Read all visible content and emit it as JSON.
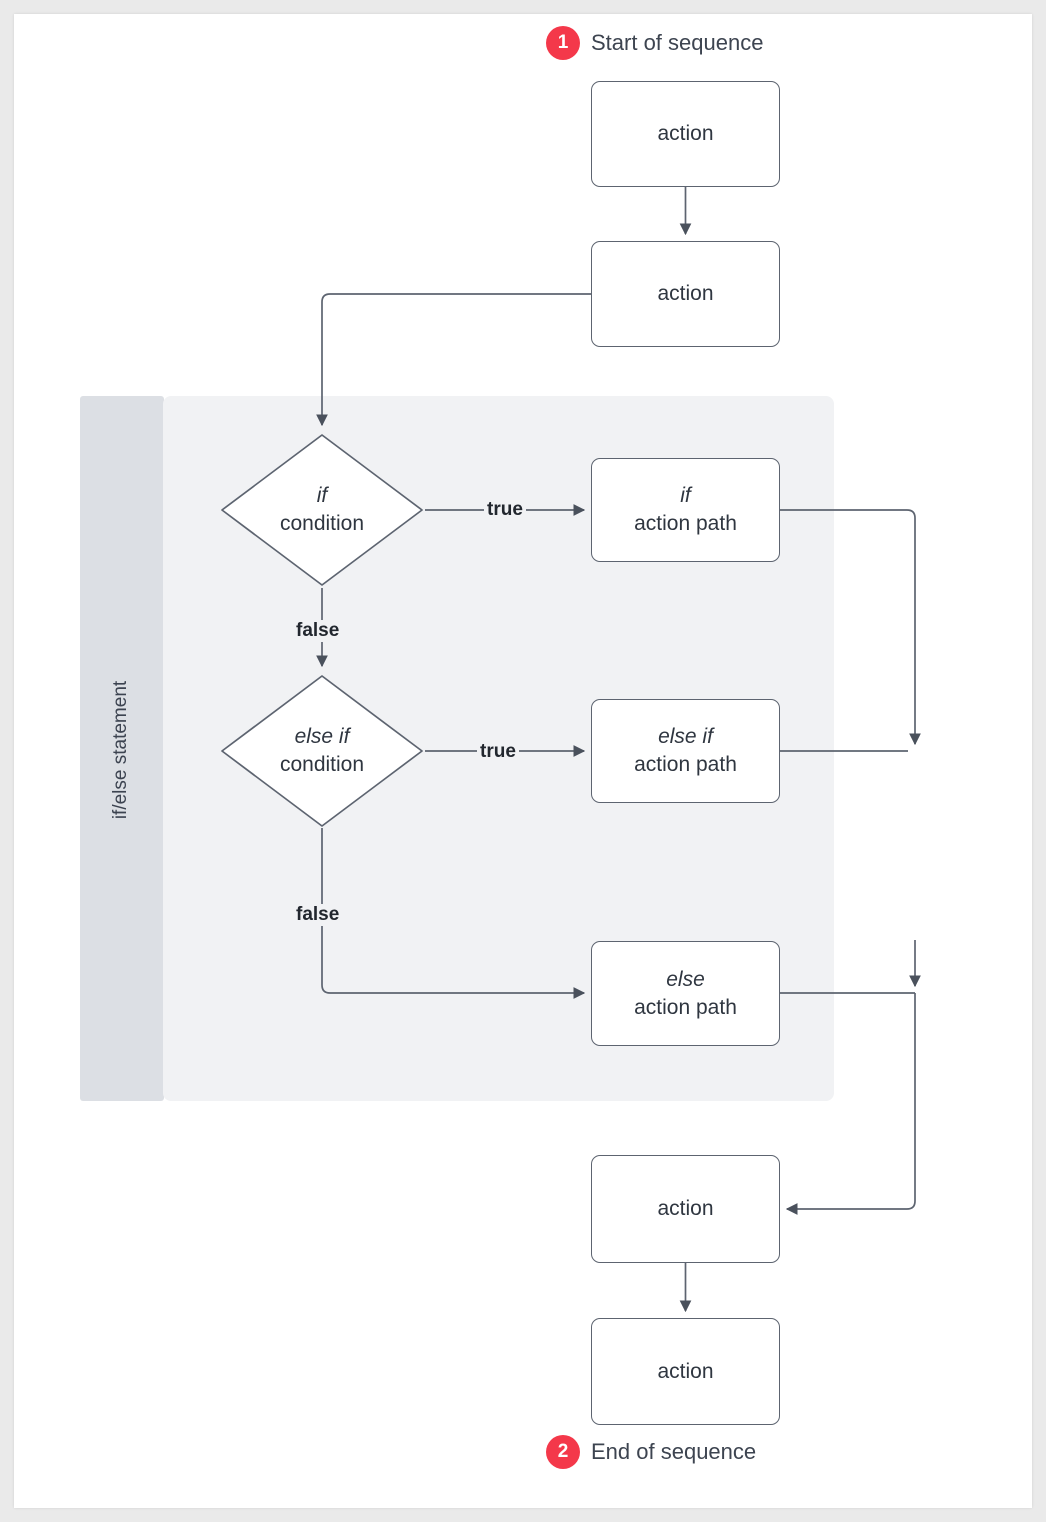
{
  "diagram": {
    "title_hidden": "",
    "colors": {
      "page_background": "#eaeaea",
      "card_background": "#ffffff",
      "group_panel": "#f1f2f4",
      "group_band": "#dcdfe4",
      "node_border": "#5d6470",
      "node_fill": "#ffffff",
      "edge_stroke": "#5d6470",
      "text": "#2f3640",
      "badge_red": "#f4384a",
      "badge_text": "#ffffff"
    },
    "group": {
      "label": "if/else statement"
    },
    "steps": [
      {
        "number": "1",
        "text": "Start of sequence"
      },
      {
        "number": "2",
        "text": "End of sequence"
      }
    ],
    "nodes": [
      {
        "id": "action-top-1",
        "type": "process",
        "line1": "",
        "line2": "action"
      },
      {
        "id": "action-top-2",
        "type": "process",
        "line1": "",
        "line2": "action"
      },
      {
        "id": "if-condition",
        "type": "decision",
        "line1": "if",
        "line2": "condition"
      },
      {
        "id": "if-action-path",
        "type": "process",
        "line1": "if",
        "line2": "action path"
      },
      {
        "id": "elseif-condition",
        "type": "decision",
        "line1": "else if",
        "line2": "condition"
      },
      {
        "id": "elseif-action-path",
        "type": "process",
        "line1": "else if",
        "line2": "action path"
      },
      {
        "id": "else-action-path",
        "type": "process",
        "line1": "else",
        "line2": "action path"
      },
      {
        "id": "action-bottom-1",
        "type": "process",
        "line1": "",
        "line2": "action"
      },
      {
        "id": "action-bottom-2",
        "type": "process",
        "line1": "",
        "line2": "action"
      }
    ],
    "edge_labels": {
      "if_true": "true",
      "if_false": "false",
      "elseif_true": "true",
      "elseif_false": "false"
    }
  },
  "chart_data": {
    "type": "diagram",
    "title": "if/else statement flowchart",
    "nodes": [
      {
        "id": "action-top-1",
        "label": "action",
        "shape": "rounded-rect"
      },
      {
        "id": "action-top-2",
        "label": "action",
        "shape": "rounded-rect"
      },
      {
        "id": "if-condition",
        "label": "if condition",
        "shape": "diamond"
      },
      {
        "id": "if-action-path",
        "label": "if action path",
        "shape": "rounded-rect"
      },
      {
        "id": "elseif-condition",
        "label": "else if condition",
        "shape": "diamond"
      },
      {
        "id": "elseif-action-path",
        "label": "else if action path",
        "shape": "rounded-rect"
      },
      {
        "id": "else-action-path",
        "label": "else action path",
        "shape": "rounded-rect"
      },
      {
        "id": "action-bottom-1",
        "label": "action",
        "shape": "rounded-rect"
      },
      {
        "id": "action-bottom-2",
        "label": "action",
        "shape": "rounded-rect"
      }
    ],
    "edges": [
      {
        "from": "action-top-1",
        "to": "action-top-2",
        "label": ""
      },
      {
        "from": "action-top-2",
        "to": "if-condition",
        "label": ""
      },
      {
        "from": "if-condition",
        "to": "if-action-path",
        "label": "true"
      },
      {
        "from": "if-condition",
        "to": "elseif-condition",
        "label": "false"
      },
      {
        "from": "elseif-condition",
        "to": "elseif-action-path",
        "label": "true"
      },
      {
        "from": "elseif-condition",
        "to": "else-action-path",
        "label": "false"
      },
      {
        "from": "if-action-path",
        "to": "action-bottom-1",
        "label": ""
      },
      {
        "from": "elseif-action-path",
        "to": "action-bottom-1",
        "label": ""
      },
      {
        "from": "else-action-path",
        "to": "action-bottom-1",
        "label": ""
      },
      {
        "from": "action-bottom-1",
        "to": "action-bottom-2",
        "label": ""
      }
    ],
    "groups": [
      {
        "label": "if/else statement",
        "members": [
          "if-condition",
          "if-action-path",
          "elseif-condition",
          "elseif-action-path",
          "else-action-path"
        ]
      }
    ],
    "annotations": [
      {
        "number": 1,
        "text": "Start of sequence",
        "anchor": "action-top-1"
      },
      {
        "number": 2,
        "text": "End of sequence",
        "anchor": "action-bottom-2"
      }
    ]
  }
}
